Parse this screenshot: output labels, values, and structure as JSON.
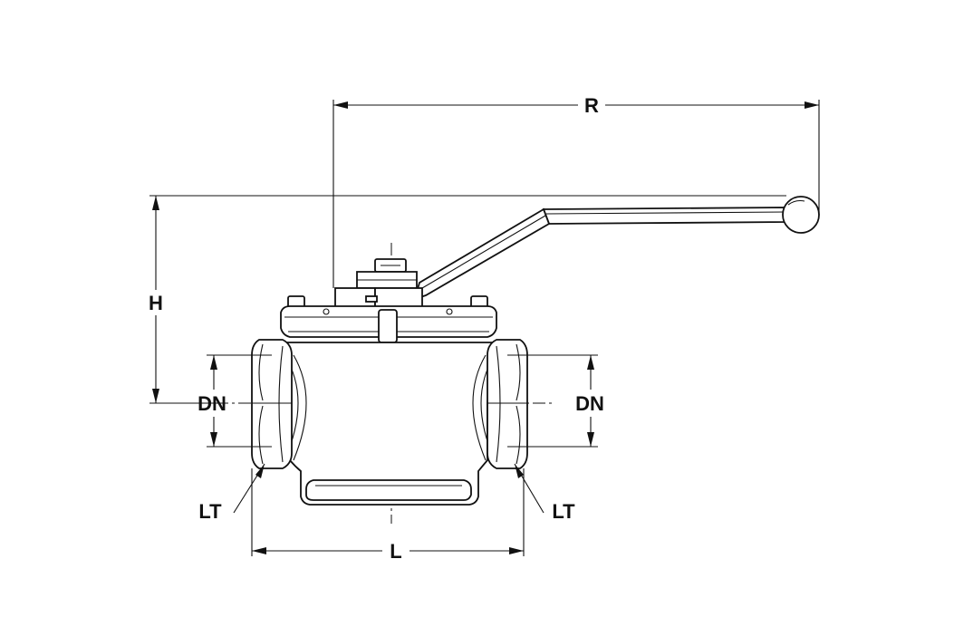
{
  "diagram": {
    "labels": {
      "reach": "R",
      "height": "H",
      "inlet_bore": "DN",
      "outlet_bore": "DN",
      "left_thread": "LT",
      "right_thread": "LT",
      "length": "L"
    },
    "colors": {
      "line": "#111111",
      "background": "#ffffff"
    }
  }
}
